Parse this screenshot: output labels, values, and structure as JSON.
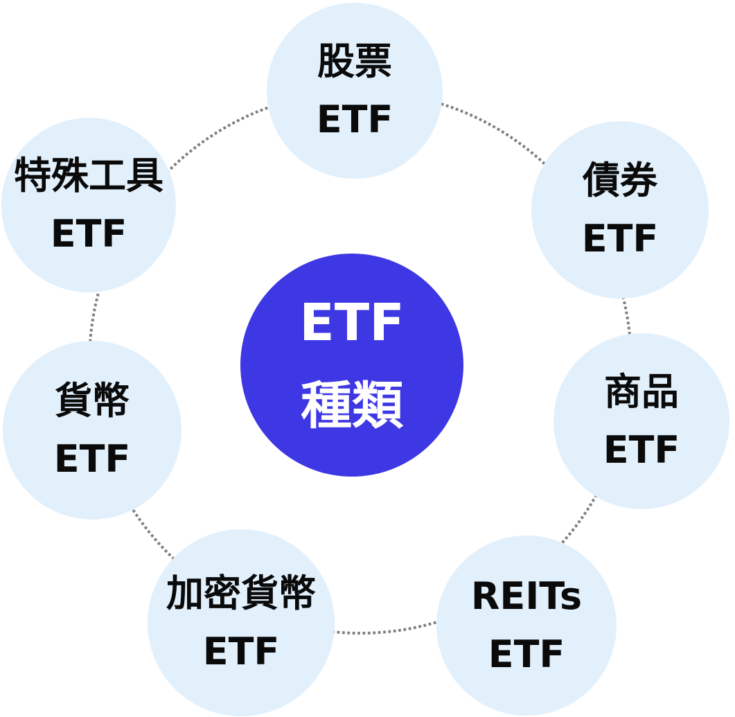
{
  "diagram": {
    "title": "ETF 種類",
    "hub": {
      "line1": "ETF",
      "line2": "種類"
    },
    "nodes": [
      {
        "id": "stock",
        "line1": "股票",
        "line2": "ETF",
        "position": "top"
      },
      {
        "id": "bond",
        "line1": "債券",
        "line2": "ETF",
        "position": "top-right"
      },
      {
        "id": "commodity",
        "line1": "商品",
        "line2": "ETF",
        "position": "right"
      },
      {
        "id": "reits",
        "line1": "REITs",
        "line2": "ETF",
        "position": "bottom-right"
      },
      {
        "id": "crypto",
        "line1": "加密貨幣",
        "line2": "ETF",
        "position": "bottom-left"
      },
      {
        "id": "currency",
        "line1": "貨幣",
        "line2": "ETF",
        "position": "left"
      },
      {
        "id": "special",
        "line1": "特殊工具",
        "line2": "ETF",
        "position": "top-left"
      }
    ],
    "colors": {
      "background": "#ffffff",
      "hub_fill": "#3e37e4",
      "hub_text": "#ffffff",
      "node_fill": "#e2f0fc",
      "node_text": "#0a0a0a",
      "connector_dots": "#7f7f7f"
    },
    "connector_style": "dotted-ring"
  }
}
